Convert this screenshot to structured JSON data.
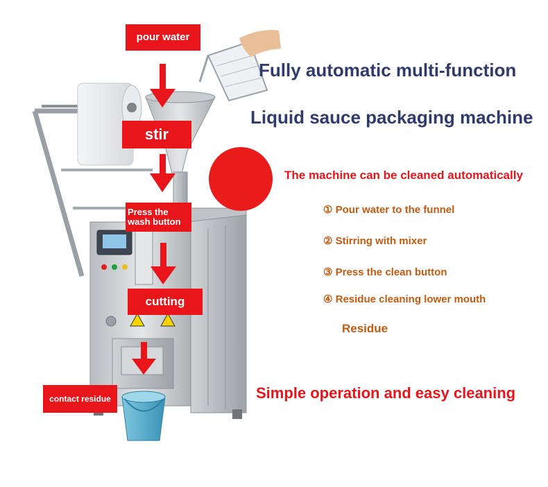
{
  "labels": {
    "pour_water": "pour water",
    "stir": "stir",
    "press_wash": "Press the wash button",
    "cutting": "cutting",
    "contact_residue": "contact residue"
  },
  "title_line1": "Fully automatic multi-function",
  "title_line2": "Liquid sauce packaging machine",
  "cleaning_heading": "The machine can be cleaned automatically",
  "steps": [
    "① Pour water to the funnel",
    "② Stirring with mixer",
    "③ Press the clean button",
    "④ Residue cleaning lower mouth"
  ],
  "residue_label": "Residue",
  "tagline": "Simple operation and easy cleaning",
  "colors": {
    "red": "#e8161b",
    "title_navy": "#2f3b6b",
    "step_orange": "#c55a11",
    "bucket_blue": "#5fb6d6"
  },
  "icons": [
    "machine-illustration",
    "pitcher-icon",
    "hand-icon",
    "bucket-icon",
    "arrow-down-icon",
    "red-circle-icon"
  ]
}
